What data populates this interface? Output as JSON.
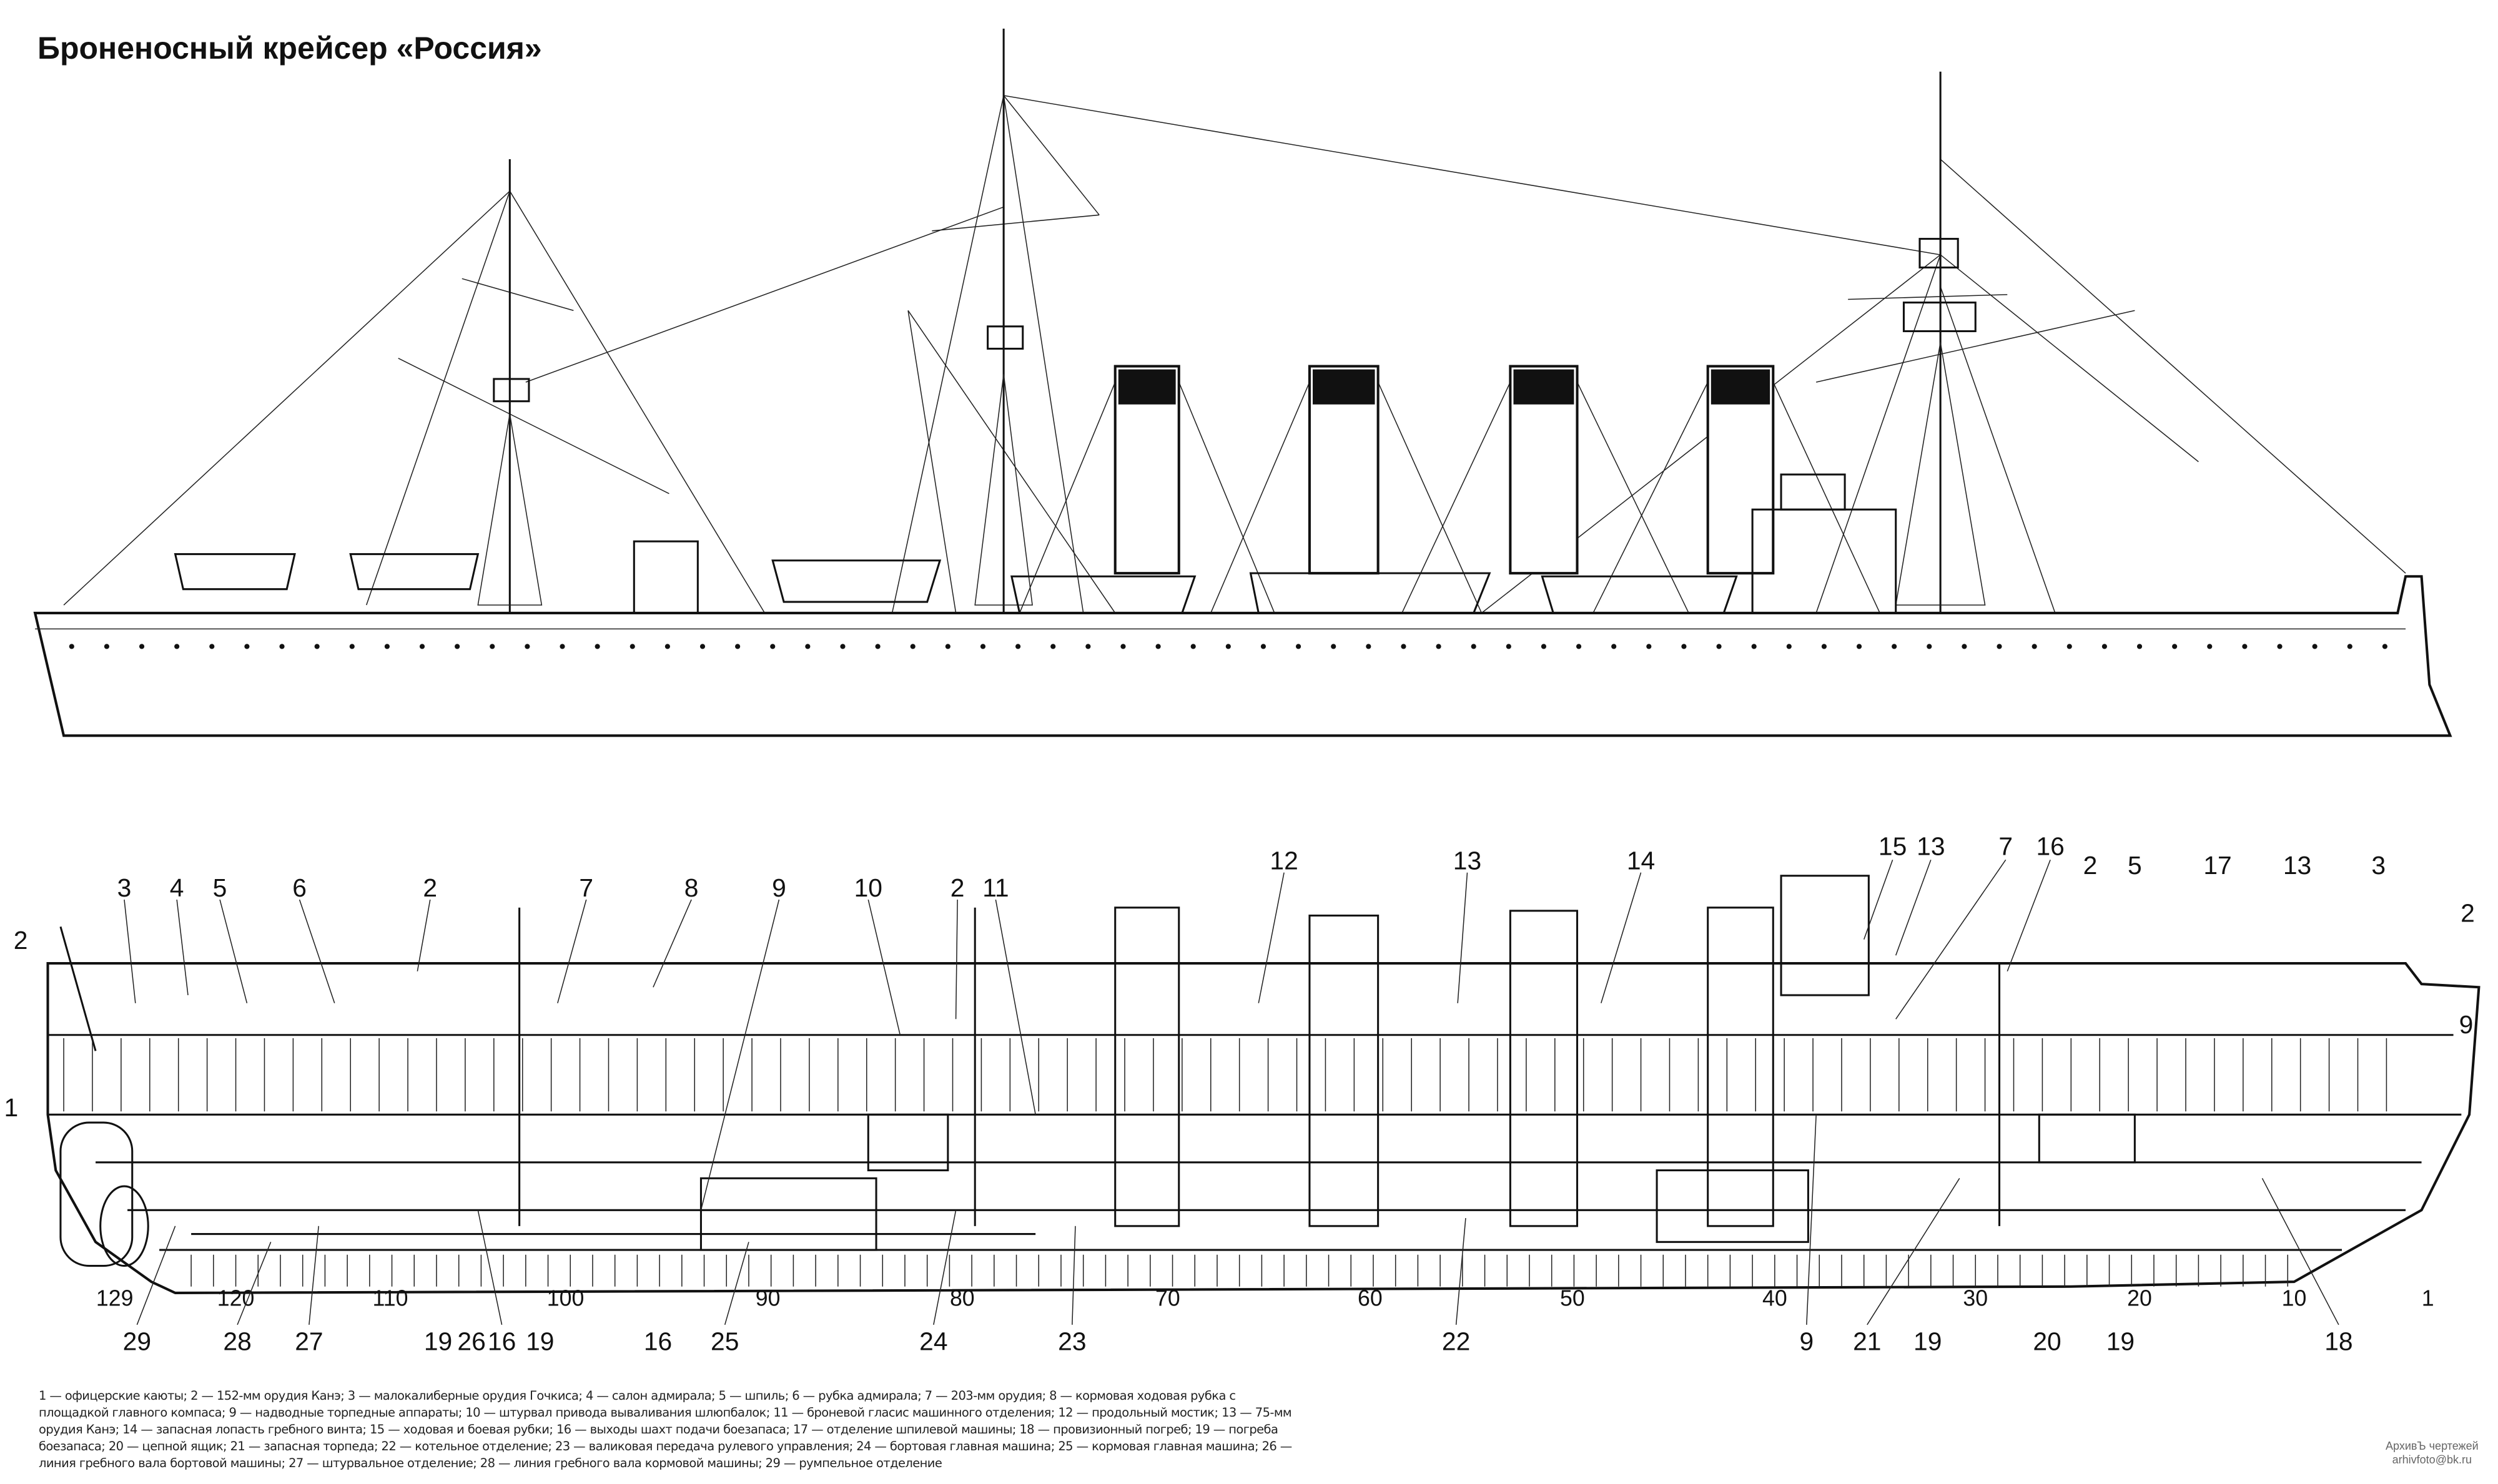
{
  "title": "Броненосный крейсер «Россия»",
  "callouts_top": [
    "2",
    "3",
    "4",
    "5",
    "6",
    "2",
    "7",
    "8",
    "9",
    "10",
    "2",
    "11",
    "12",
    "13",
    "14",
    "15",
    "13",
    "7",
    "16",
    "2",
    "5",
    "17",
    "13",
    "3",
    "2",
    "9",
    "1",
    "18"
  ],
  "frame_numbers": [
    "129",
    "120",
    "110",
    "100",
    "90",
    "80",
    "70",
    "60",
    "50",
    "40",
    "30",
    "20",
    "10",
    "1"
  ],
  "callouts_bottom": [
    "29",
    "28",
    "27",
    "19",
    "26",
    "16",
    "19",
    "16",
    "25",
    "24",
    "23",
    "22",
    "9",
    "21",
    "19",
    "20",
    "19",
    "18"
  ],
  "legend": [
    "1 — офицерские каюты;",
    "2 — 152-мм орудия Канэ;",
    "3 — малокалиберные орудия Гочкиса;",
    "4 — салон адмирала;",
    "5 — шпиль;",
    "6 — рубка адмирала;",
    "7 — 203-мм орудия;",
    "8 — кормовая ходовая рубка с площадкой главного компаса;",
    "9 — надводные торпедные аппараты;",
    "10 — штурвал привода вываливания шлюпбалок;",
    "11 — броневой гласис машинного отделения;",
    "12 — продольный мостик;",
    "13 — 75-мм орудия Канэ;",
    "14 — запасная лопасть гребного винта;",
    "15 — ходовая и боевая рубки;",
    "16 — выходы шахт подачи боезапаса;",
    "17 — отделение шпилевой машины;",
    "18 — провизионный погреб;",
    "19 — погреба боезапаса;",
    "20 — цепной ящик;",
    "21 — запасная торпеда;",
    "22 — котельное отделение;",
    "23 — валиковая передача рулевого управления;",
    "24 — бортовая главная машина;",
    "25 — кормовая главная машина;",
    "26 — линия гребного вала бортовой машины;",
    "27 — штурвальное отделение;",
    "28 — линия гребного вала кормовой машины;",
    "29 — румпельное отделение"
  ],
  "credit": {
    "line1": "АрхивЪ чертежей",
    "line2": "arhivfoto@bk.ru"
  }
}
